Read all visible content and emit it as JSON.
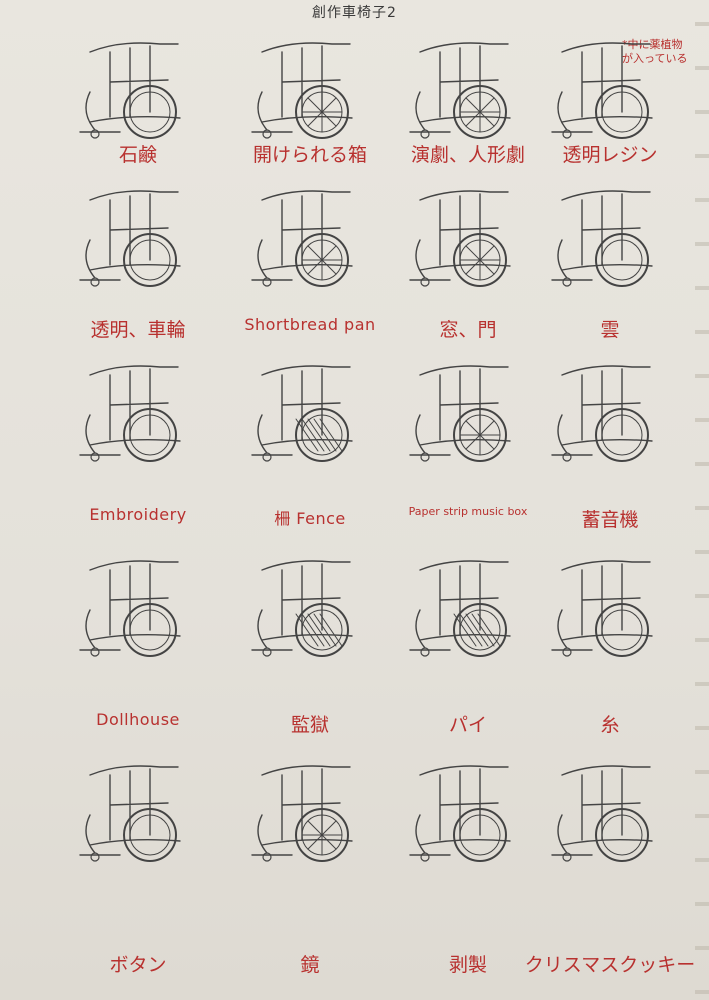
{
  "title": "創作車椅子2",
  "note": "*中に薬植物が入っている",
  "items": [
    {
      "label": "石鹸"
    },
    {
      "label": "開けられる箱"
    },
    {
      "label": "演劇、人形劇"
    },
    {
      "label": "透明レジン"
    },
    {
      "label": "透明、車輪"
    },
    {
      "label": "Shortbread pan"
    },
    {
      "label": "窓、門"
    },
    {
      "label": "雲"
    },
    {
      "label": "Embroidery"
    },
    {
      "label": "柵 Fence"
    },
    {
      "label": "Paper strip music box"
    },
    {
      "label": "蓄音機"
    },
    {
      "label": "Dollhouse"
    },
    {
      "label": "監獄"
    },
    {
      "label": "パイ"
    },
    {
      "label": "糸"
    },
    {
      "label": "ボタン"
    },
    {
      "label": "鏡"
    },
    {
      "label": "剥製"
    },
    {
      "label": "クリスマスクッキー"
    }
  ]
}
